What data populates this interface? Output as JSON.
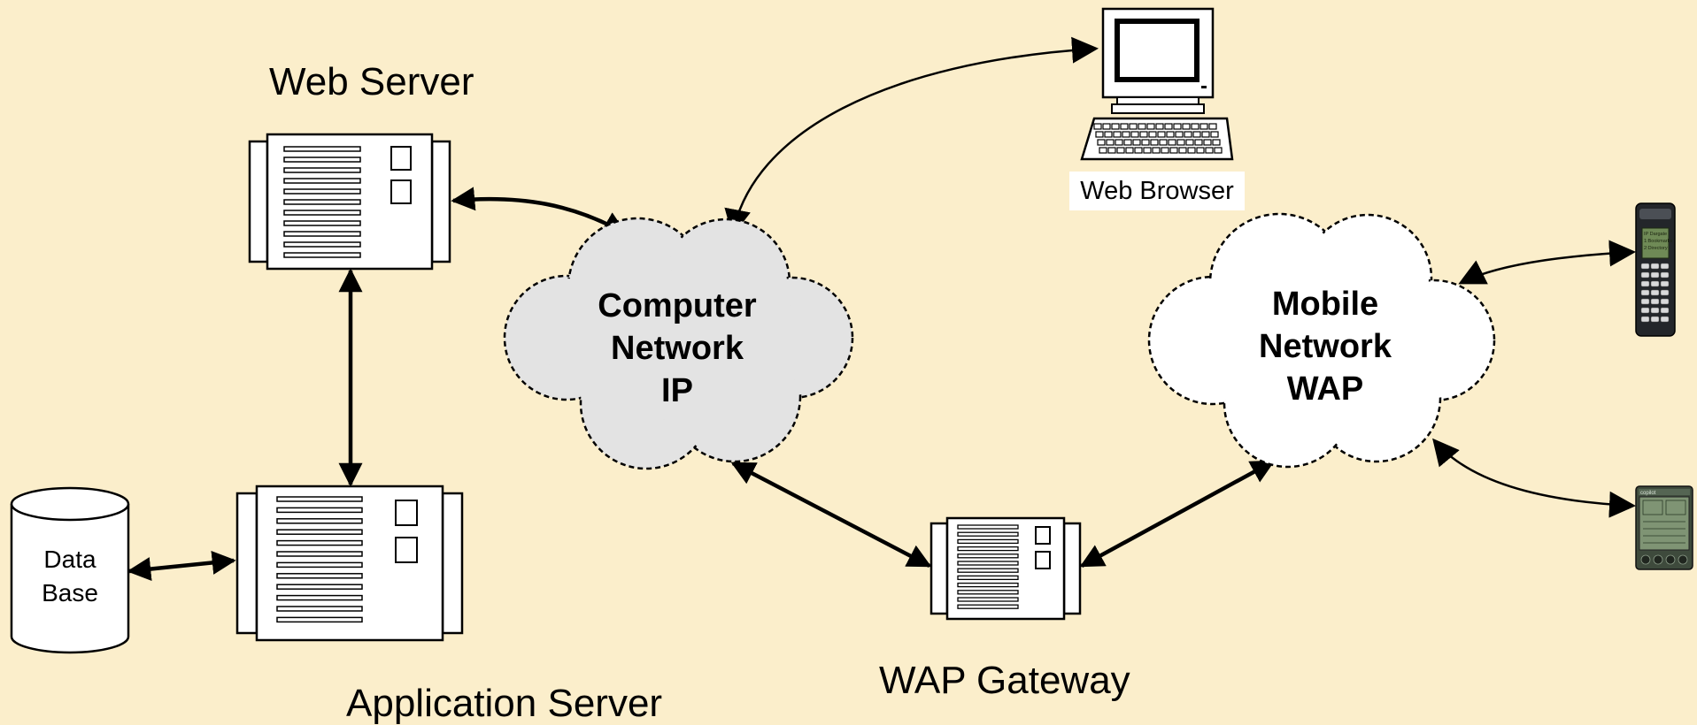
{
  "labels": {
    "web_server": "Web Server",
    "application_server": "Application Server",
    "wap_gateway": "WAP Gateway",
    "web_browser": "Web Browser",
    "database_line1": "Data",
    "database_line2": "Base"
  },
  "clouds": {
    "computer_network": {
      "line1": "Computer",
      "line2": "Network",
      "line3": "IP"
    },
    "mobile_network": {
      "line1": "Mobile",
      "line2": "Network",
      "line3": "WAP"
    }
  },
  "colors": {
    "background": "#fbeecb",
    "computer_cloud_fill": "#e3e3e3",
    "mobile_cloud_fill": "#ffffff",
    "stroke": "#000000"
  },
  "icons": {
    "web_server": "server-icon",
    "application_server": "server-icon",
    "wap_gateway": "server-icon",
    "web_browser": "desktop-computer-icon",
    "database": "database-icon",
    "mobile_phone": "mobile-phone-icon",
    "pda": "pda-icon"
  },
  "phone_screen": {
    "line1": "IP Dargate",
    "line2": "1:Bookmarks",
    "line3": "2:Directory"
  },
  "pda_screen": {
    "line1": "copilot"
  }
}
